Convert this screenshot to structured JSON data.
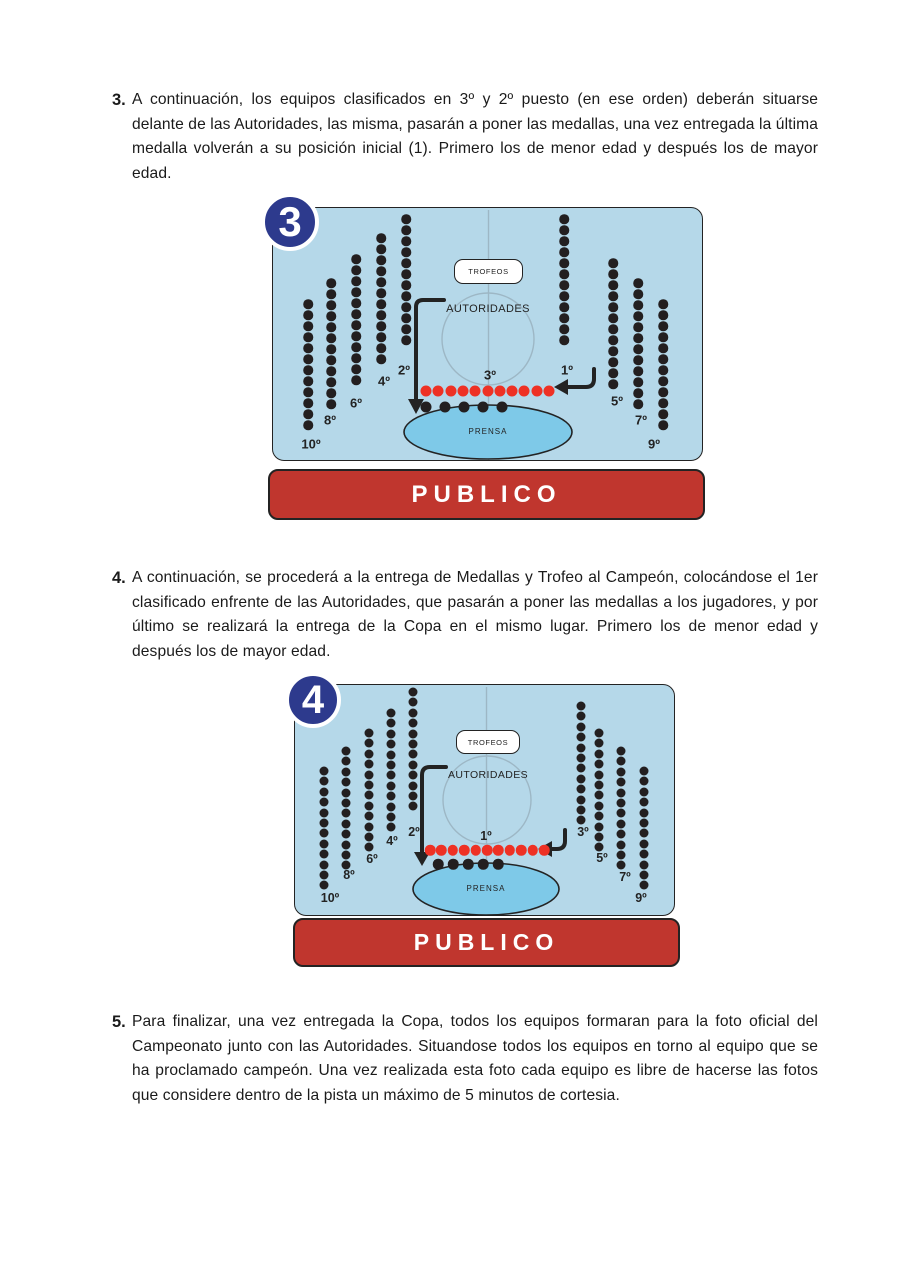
{
  "document": {
    "items": [
      {
        "number": "3.",
        "text": "A continuación, los equipos clasificados en 3º y 2º puesto (en ese orden) deberán situarse delante de las Autoridades, las misma, pasarán a poner las medallas, una vez entregada la última medalla volverán a su posición inicial (1). Primero los de menor edad y después los de mayor edad."
      },
      {
        "number": "4.",
        "text": "A continuación, se procederá a la entrega de Medallas y Trofeo al Campeón, colocándose el 1er clasificado enfrente de las Autoridades, que pasarán a poner las medallas a los jugadores, y por último se realizará la entrega de la Copa en el mismo lugar. Primero los de menor edad y después los de mayor edad."
      },
      {
        "number": "5.",
        "text": "Para finalizar, una vez entregada la Copa, todos los equipos formaran para la foto oficial del Campeonato junto con las Autoridades. Situandose todos los equipos en torno al equipo que se ha proclamado campeón. Una vez realizada esta foto cada equipo es libre de hacerse las fotos que considere dentro de la pista un máximo de 5 minutos de cortesia."
      }
    ]
  },
  "diagrams": [
    {
      "badge": "3",
      "trofeos": "TROFEOS",
      "autoridades": "AUTORIDADES",
      "prensa": "PRENSA",
      "publico": "PUBLICO",
      "medal_row": {
        "label": "3º",
        "red_dots": 11,
        "escort_dots": 5
      },
      "left_columns": [
        {
          "label": "10º",
          "dots": 12
        },
        {
          "label": "8º",
          "dots": 12
        },
        {
          "label": "6º",
          "dots": 12
        },
        {
          "label": "4º",
          "dots": 12
        },
        {
          "label": "2º",
          "dots": 12
        }
      ],
      "right_columns": [
        {
          "label": "1º",
          "dots": 12
        },
        {
          "label": "5º",
          "dots": 12
        },
        {
          "label": "7º",
          "dots": 12
        },
        {
          "label": "9º",
          "dots": 12
        }
      ]
    },
    {
      "badge": "4",
      "trofeos": "TROFEOS",
      "autoridades": "AUTORIDADES",
      "prensa": "PRENSA",
      "publico": "PUBLICO",
      "medal_row": {
        "label": "1º",
        "red_dots": 11,
        "escort_dots": 5
      },
      "left_columns": [
        {
          "label": "10º",
          "dots": 12
        },
        {
          "label": "8º",
          "dots": 12
        },
        {
          "label": "6º",
          "dots": 12
        },
        {
          "label": "4º",
          "dots": 12
        },
        {
          "label": "2º",
          "dots": 12
        }
      ],
      "right_columns": [
        {
          "label": "3º",
          "dots": 12
        },
        {
          "label": "5º",
          "dots": 12
        },
        {
          "label": "7º",
          "dots": 12
        },
        {
          "label": "9º",
          "dots": 12
        }
      ]
    }
  ],
  "colors": {
    "court_fill": "#b5d8e9",
    "prensa_fill": "#7ec9e8",
    "badge_fill": "#2d3a8d",
    "publico_fill": "#c0362e",
    "dot_red": "#ee3124",
    "dot_black": "#231f20",
    "line_dark": "#232323",
    "mid_line": "#9db7c5",
    "text": "#1a1a1a"
  }
}
